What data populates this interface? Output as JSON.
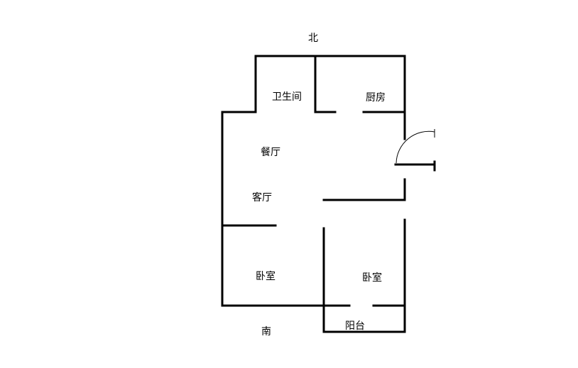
{
  "compass": {
    "north": "北",
    "south": "南"
  },
  "rooms": {
    "bathroom": "卫生间",
    "kitchen": "厨房",
    "dining_room": "餐厅",
    "living_room": "客厅",
    "bedroom_left": "卧室",
    "bedroom_right": "卧室",
    "balcony": "阳台"
  },
  "colors": {
    "line": "#000000",
    "background": "#ffffff"
  }
}
